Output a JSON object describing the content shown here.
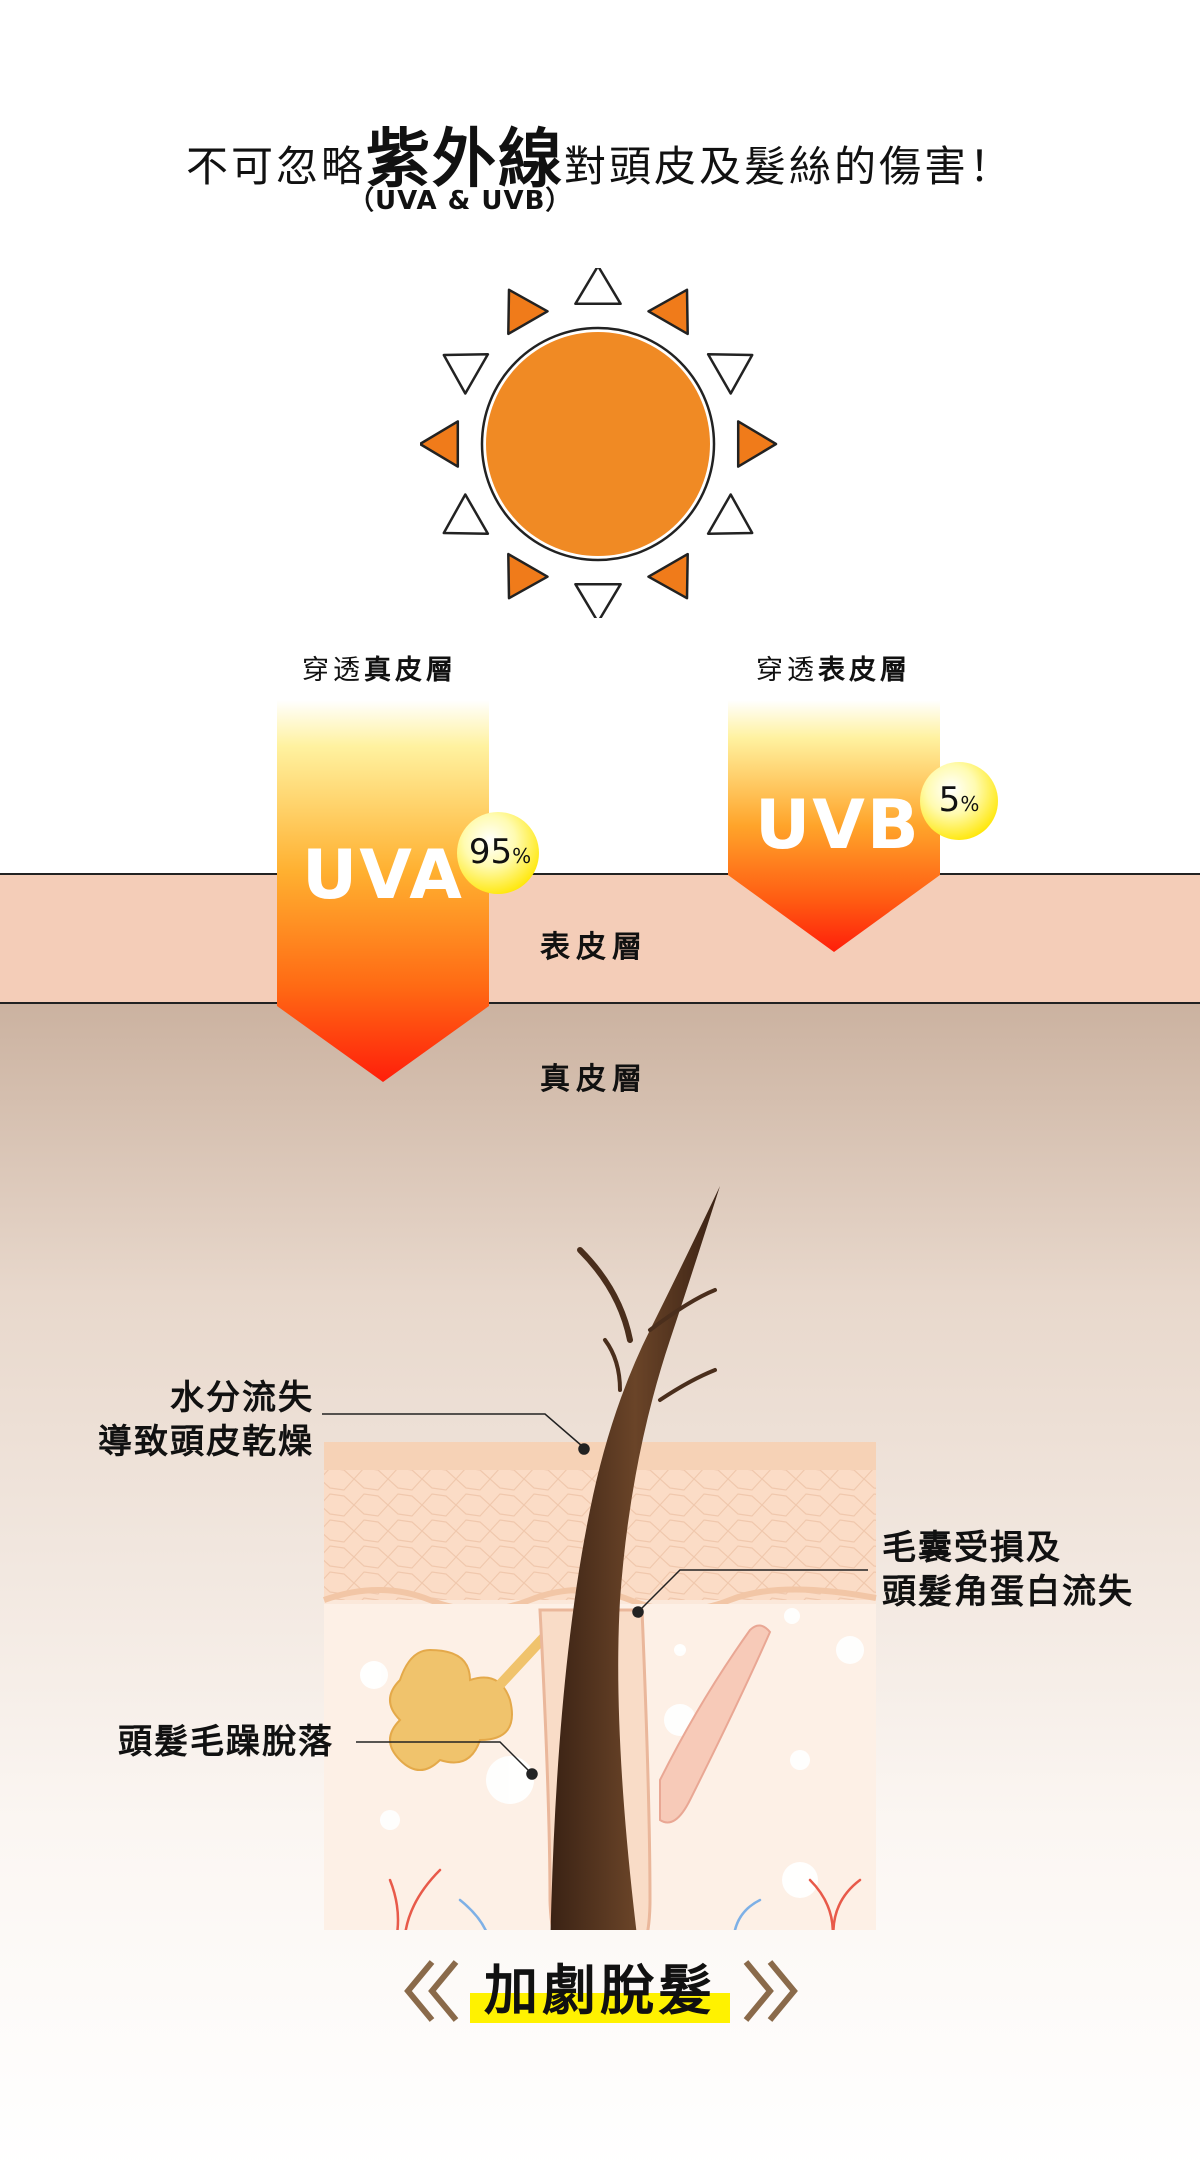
{
  "title": {
    "prefix": "不可忽略",
    "emphasis": "紫外線",
    "suffix": "對頭皮及髮絲的傷害！",
    "subtitle": "（UVA & UVB）"
  },
  "uva": {
    "penetration_prefix": "穿透",
    "penetration_layer": "真皮層",
    "label": "UVA",
    "percent": "95",
    "percent_unit": "%"
  },
  "uvb": {
    "penetration_prefix": "穿透",
    "penetration_layer": "表皮層",
    "label": "UVB",
    "percent": "5",
    "percent_unit": "%"
  },
  "layers": {
    "epidermis": "表皮層",
    "dermis": "真皮層"
  },
  "callouts": {
    "moisture_line1": "水分流失",
    "moisture_line2": "導致頭皮乾燥",
    "follicle_line1": "毛囊受損及",
    "follicle_line2": "頭髮角蛋白流失",
    "hair_frizz": "頭髮毛躁脫落"
  },
  "bottom_title": "加劇脫髮",
  "colors": {
    "sun": "#f08a24",
    "ray_orange": "#f07b1a",
    "epidermis": "#f4cdb8",
    "arrow_top": "#fff7b0",
    "arrow_bottom": "#ff2a0a",
    "badge": "#fff200",
    "hair": "#4a2e1c",
    "highlight": "#fff200"
  },
  "icons": [
    "sun-icon",
    "hair-follicle-illustration",
    "chevron-left-icon",
    "chevron-right-icon"
  ]
}
